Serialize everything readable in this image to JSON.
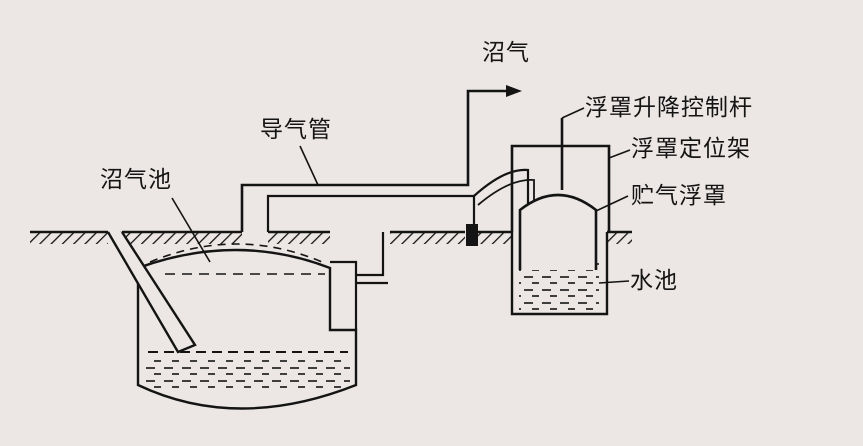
{
  "labels": {
    "biogas": "沼气",
    "float_lift_rod": "浮罩升降控制杆",
    "gas_pipe": "导气管",
    "float_frame": "浮罩定位架",
    "digester": "沼气池",
    "gas_float_cover": "贮气浮罩",
    "water_tank": "水池"
  },
  "colors": {
    "background": "#ece6e4",
    "ink": "#141414"
  }
}
